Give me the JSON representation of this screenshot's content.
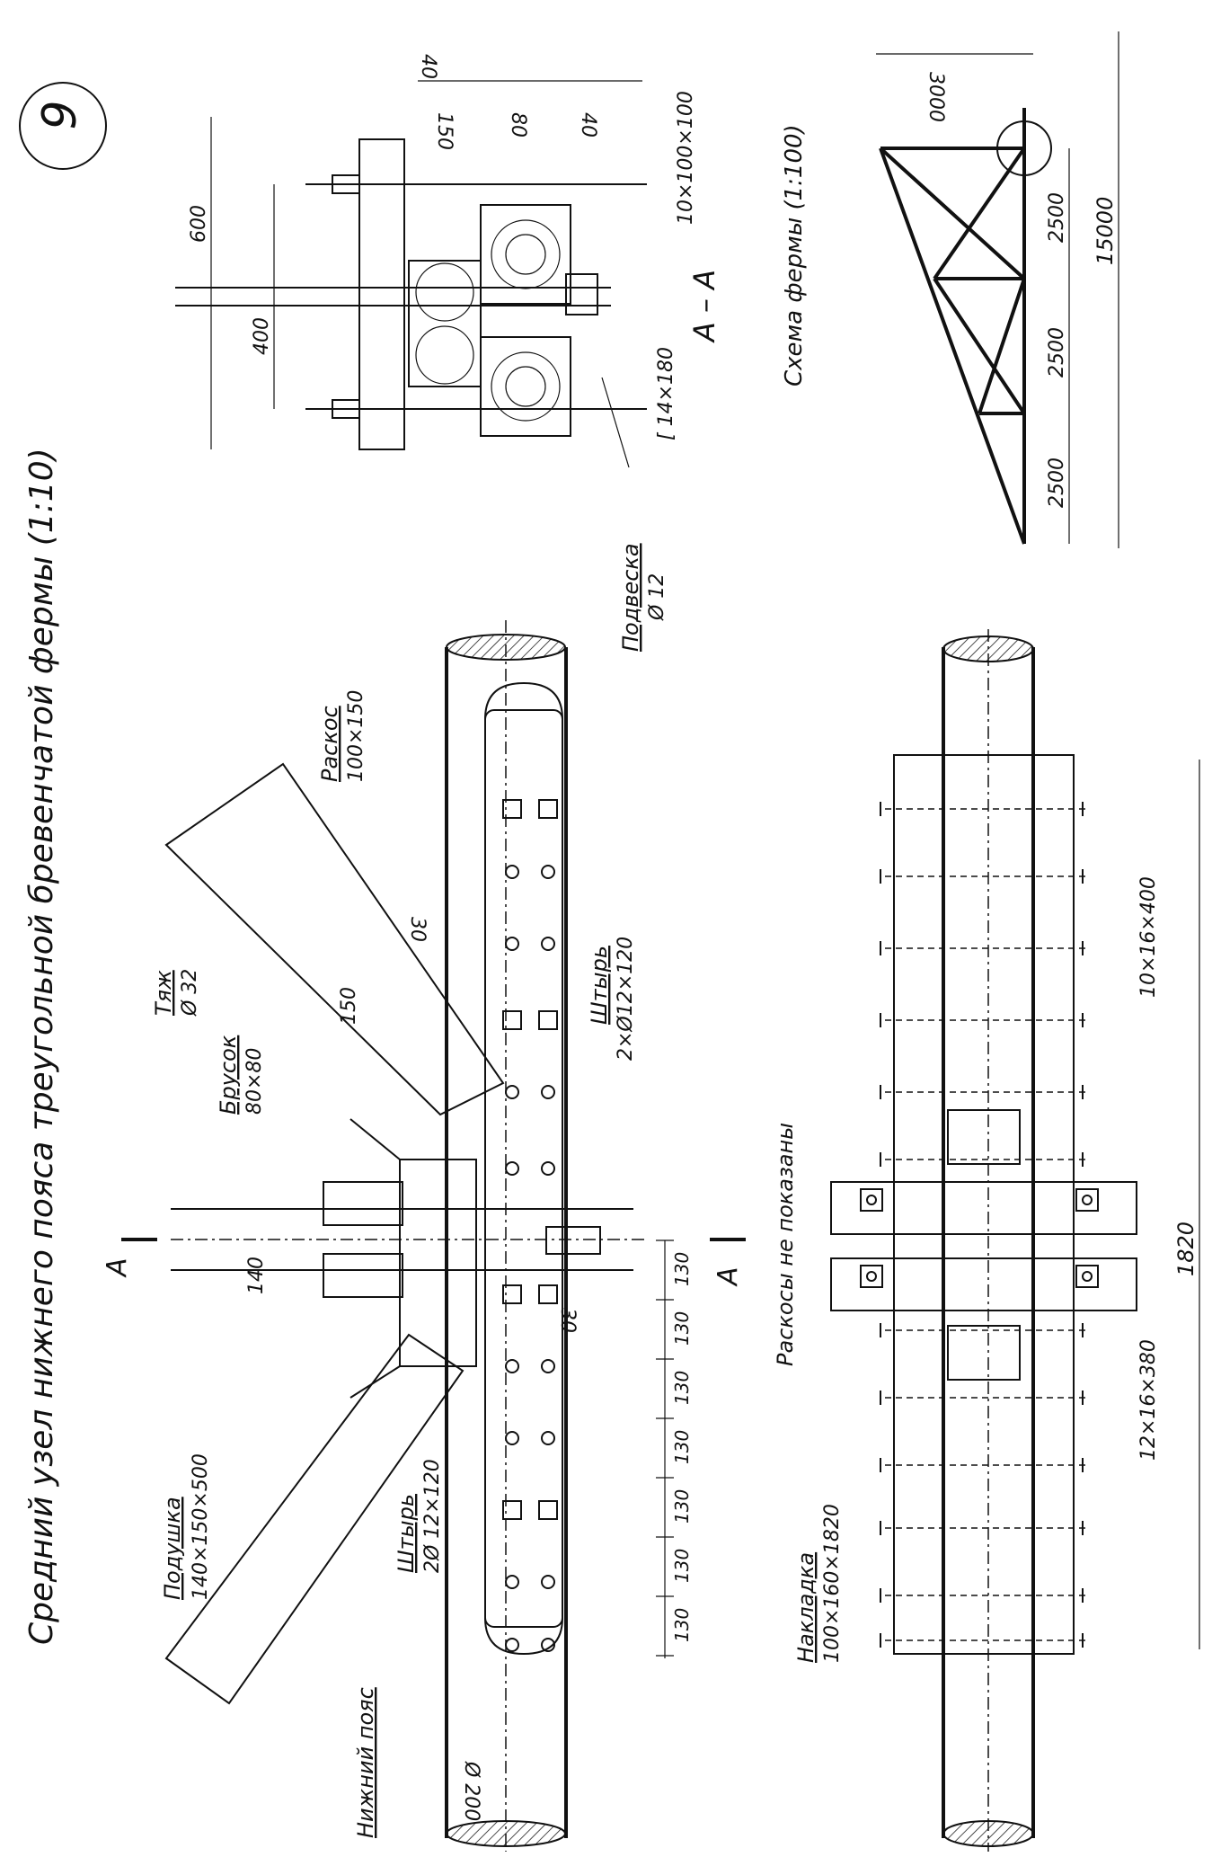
{
  "sheet": {
    "number": "9",
    "title": "Средний узел нижнего пояса треугольной бревенчатой фермы (1:10)",
    "section_label": "А – А",
    "section_marks": [
      "А",
      "А"
    ]
  },
  "main_view": {
    "labels": {
      "podushka": "Подушка",
      "podushka_size": "140×150×500",
      "brusok": "Брусок",
      "brusok_size": "80×80",
      "tyazh": "Тяж",
      "tyazh_size": "Ø 32",
      "raskos": "Раскос",
      "raskos_size": "100×150",
      "shtyr_top": "Штырь",
      "shtyr_top_size": "2×Ø12×120",
      "shtyr_bottom": "Штырь",
      "shtyr_bottom_size": "2Ø 12×120",
      "nizhny_poyas": "Нижний пояс",
      "diameter": "Ø 200"
    },
    "dims": {
      "brusok_height": "140",
      "raskos_width": "150",
      "offset_top": "30",
      "offset_bottom": "30",
      "spacing": [
        "130",
        "130",
        "130",
        "130",
        "130",
        "130",
        "130"
      ]
    }
  },
  "section_view": {
    "labels": {
      "podveska": "Подвеска",
      "podveska_size": "Ø 12",
      "channel": "[ 14×180",
      "plate": "10×100×100"
    },
    "dims": {
      "width_600": "600",
      "width_400": "400",
      "h_150": "150",
      "h_80": "80",
      "h_40a": "40",
      "h_40b": "40"
    }
  },
  "scheme": {
    "title": "Схема фермы (1:100)",
    "height": "3000",
    "panels": [
      "2500",
      "2500",
      "2500"
    ],
    "half_span": "15000"
  },
  "plan_view": {
    "note": "Раскосы не показаны",
    "nakladka": "Накладка",
    "nakladka_size": "100×160×1820",
    "bolt_a": "10×16×400",
    "bolt_b": "12×16×380",
    "length": "1820"
  }
}
